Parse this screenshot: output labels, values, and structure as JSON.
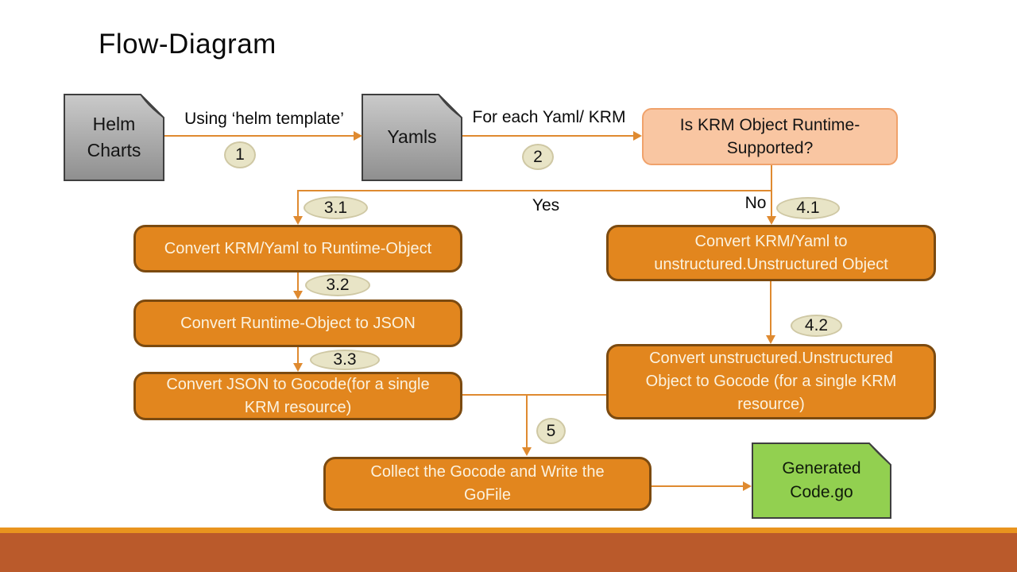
{
  "title": "Flow-Diagram",
  "diagram": {
    "nodes": {
      "helm_charts": {
        "label": "Helm Charts",
        "shape": "folded-rect",
        "fill": "gray"
      },
      "yamls": {
        "label": "Yamls",
        "shape": "folded-rect",
        "fill": "gray"
      },
      "decision": {
        "label": "Is KRM Object Runtime-Supported?",
        "shape": "rounded-rect",
        "fill": "peach"
      },
      "convert_krm_to_runtime": {
        "label": "Convert KRM/Yaml to Runtime-Object",
        "shape": "rounded-rect",
        "fill": "orange"
      },
      "convert_runtime_to_json": {
        "label": "Convert Runtime-Object to JSON",
        "shape": "rounded-rect",
        "fill": "orange"
      },
      "convert_json_to_gocode": {
        "label": "Convert JSON to Gocode(for a single KRM resource)",
        "shape": "rounded-rect",
        "fill": "orange"
      },
      "convert_krm_to_unstructured": {
        "label": "Convert KRM/Yaml to unstructured.Unstructured Object",
        "shape": "rounded-rect",
        "fill": "orange"
      },
      "convert_unstructured_to_gocode": {
        "label": "Convert unstructured.Unstructured Object to Gocode (for a single KRM resource)",
        "shape": "rounded-rect",
        "fill": "orange"
      },
      "collect_gocode": {
        "label": "Collect the Gocode and Write the GoFile",
        "shape": "rounded-rect",
        "fill": "orange"
      },
      "generated_code": {
        "label": "Generated Code.go",
        "shape": "folded-rect",
        "fill": "green"
      }
    },
    "edge_labels": {
      "helm_to_yamls": "Using ‘helm template’",
      "yamls_to_decision": "For each Yaml/ KRM",
      "yes_branch": "Yes",
      "no_branch": "No"
    },
    "step_badges": {
      "s1": "1",
      "s2": "2",
      "s31": "3.1",
      "s32": "3.2",
      "s33": "3.3",
      "s41": "4.1",
      "s42": "4.2",
      "s5": "5"
    }
  },
  "colors": {
    "process-fill": "#E2861E",
    "process-border": "#7B4A10",
    "process-text": "#FBF2DF",
    "decision-fill": "#F9C6A2",
    "decision-border": "#F0A26B",
    "connector": "#DF8A30",
    "badge-fill": "#E8E4C6",
    "badge-border": "#CFC8A4",
    "green-fill": "#92D050",
    "green-fold": "#6FAF35",
    "shape-border-dark": "#3F3F3F",
    "footer-strip": "#E9941E",
    "footer-bar": "#BA5A2B"
  }
}
